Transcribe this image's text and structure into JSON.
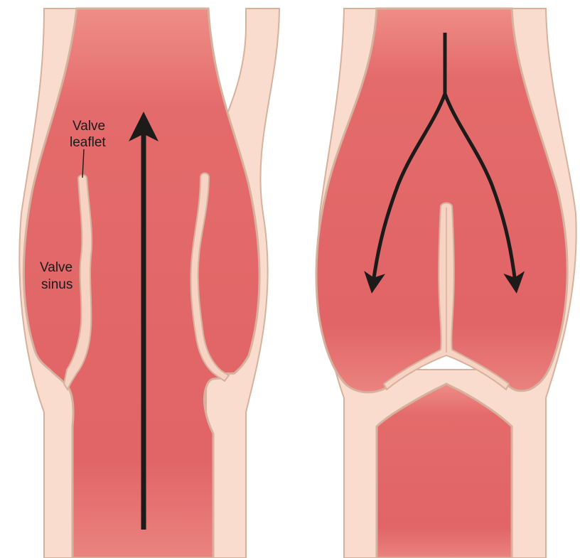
{
  "colors": {
    "wall": "#f9dccd",
    "wall_edge": "#d6b19d",
    "blood_light": "#ec8a83",
    "blood": "#e16466",
    "leaflet": "#f6d3c3",
    "arrow": "#1d1a1a",
    "label": "#1a1a1a"
  },
  "labels": {
    "valve_leaflet_line1": "Valve",
    "valve_leaflet_line2": "leaflet",
    "valve_sinus_line1": "Valve",
    "valve_sinus_line2": "sinus"
  },
  "panels": {
    "left": {
      "state": "open valve",
      "flow": "upward"
    },
    "right": {
      "state": "closed valve",
      "flow": "backflow diverted into sinuses"
    }
  }
}
